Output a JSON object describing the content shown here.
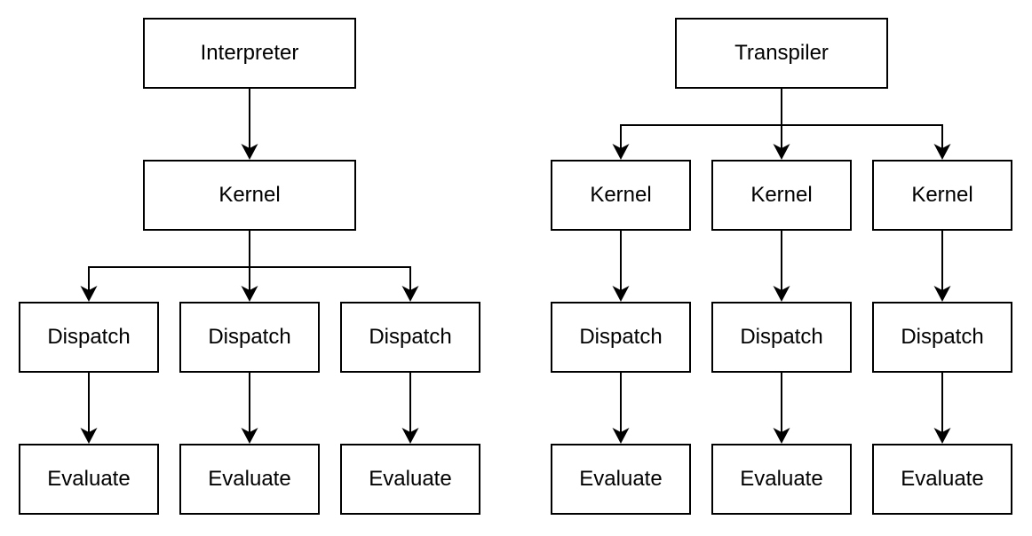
{
  "diagram": {
    "type": "flowchart-trees",
    "colors": {
      "background": "#ffffff",
      "box_fill": "#ffffff",
      "box_border": "#000000",
      "connector": "#000000",
      "text": "#000000"
    },
    "left_tree": {
      "root_label": "Interpreter",
      "kernel_labels": [
        "Kernel"
      ],
      "dispatch_labels": [
        "Dispatch",
        "Dispatch",
        "Dispatch"
      ],
      "evaluate_labels": [
        "Evaluate",
        "Evaluate",
        "Evaluate"
      ]
    },
    "right_tree": {
      "root_label": "Transpiler",
      "kernel_labels": [
        "Kernel",
        "Kernel",
        "Kernel"
      ],
      "dispatch_labels": [
        "Dispatch",
        "Dispatch",
        "Dispatch"
      ],
      "evaluate_labels": [
        "Evaluate",
        "Evaluate",
        "Evaluate"
      ]
    }
  }
}
